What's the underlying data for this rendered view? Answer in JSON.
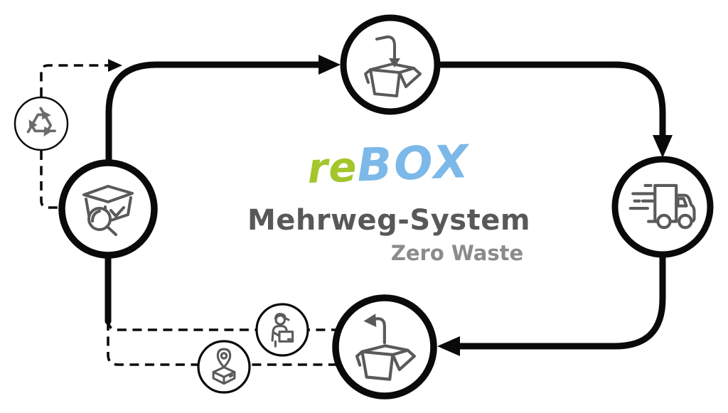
{
  "logo": {
    "re": "re",
    "box": "BOX",
    "re_color": "#a3c62c",
    "box_color": "#7db9e8"
  },
  "headline": {
    "text": "Mehrweg-System",
    "color": "#58585a"
  },
  "subheadline": {
    "text": "Zero Waste",
    "color": "#8b8b8e"
  },
  "colors": {
    "line": "#0a0a0a",
    "icon": "#5a5a5c",
    "icon_light": "#6b6b6d",
    "background": "#ffffff"
  },
  "nodes": [
    {
      "position": "top",
      "icon": "box-packing-icon"
    },
    {
      "position": "right",
      "icon": "delivery-truck-icon"
    },
    {
      "position": "bottom",
      "icon": "box-return-icon"
    },
    {
      "position": "left",
      "icon": "box-inspection-icon"
    },
    {
      "position": "top-left",
      "icon": "recycle-icon"
    },
    {
      "position": "bottom-center",
      "icon": "courier-icon"
    },
    {
      "position": "bottom-center-left",
      "icon": "location-package-icon"
    }
  ]
}
